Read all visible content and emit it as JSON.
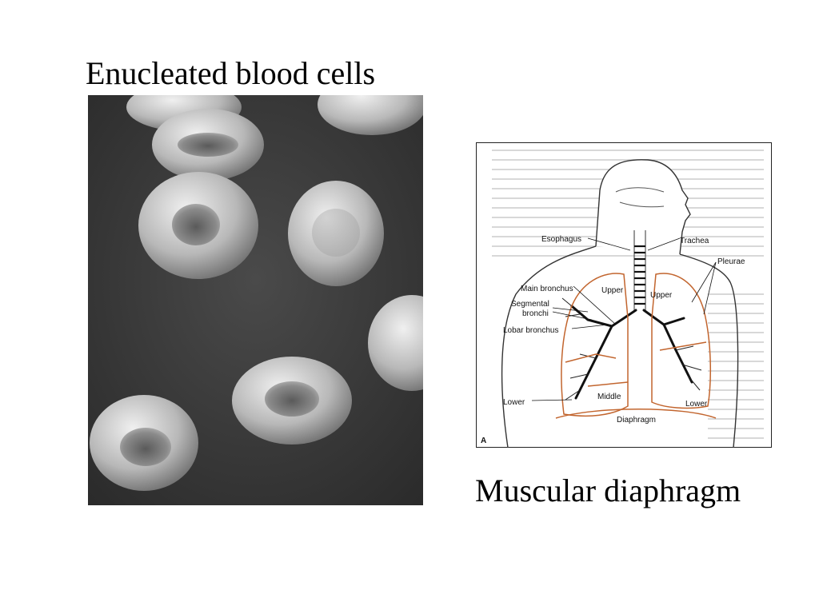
{
  "slide": {
    "title_left": "Enucleated blood cells",
    "title_right": "Muscular diaphragm"
  },
  "diagram": {
    "labels": {
      "esophagus": "Esophagus",
      "trachea": "Trachea",
      "pleurae": "Pleurae",
      "main_bronchus": "Main bronchus",
      "upper_left": "Upper",
      "upper_right": "Upper",
      "segmental_1": "Segmental",
      "segmental_2": "bronchi",
      "lobar_bronchus": "Lobar bronchus",
      "lower_left": "Lower",
      "middle": "Middle",
      "lower_right": "Lower",
      "diaphragm": "Diaphragm",
      "panel": "A"
    },
    "colors": {
      "pleura_outline": "#c2652e"
    }
  }
}
